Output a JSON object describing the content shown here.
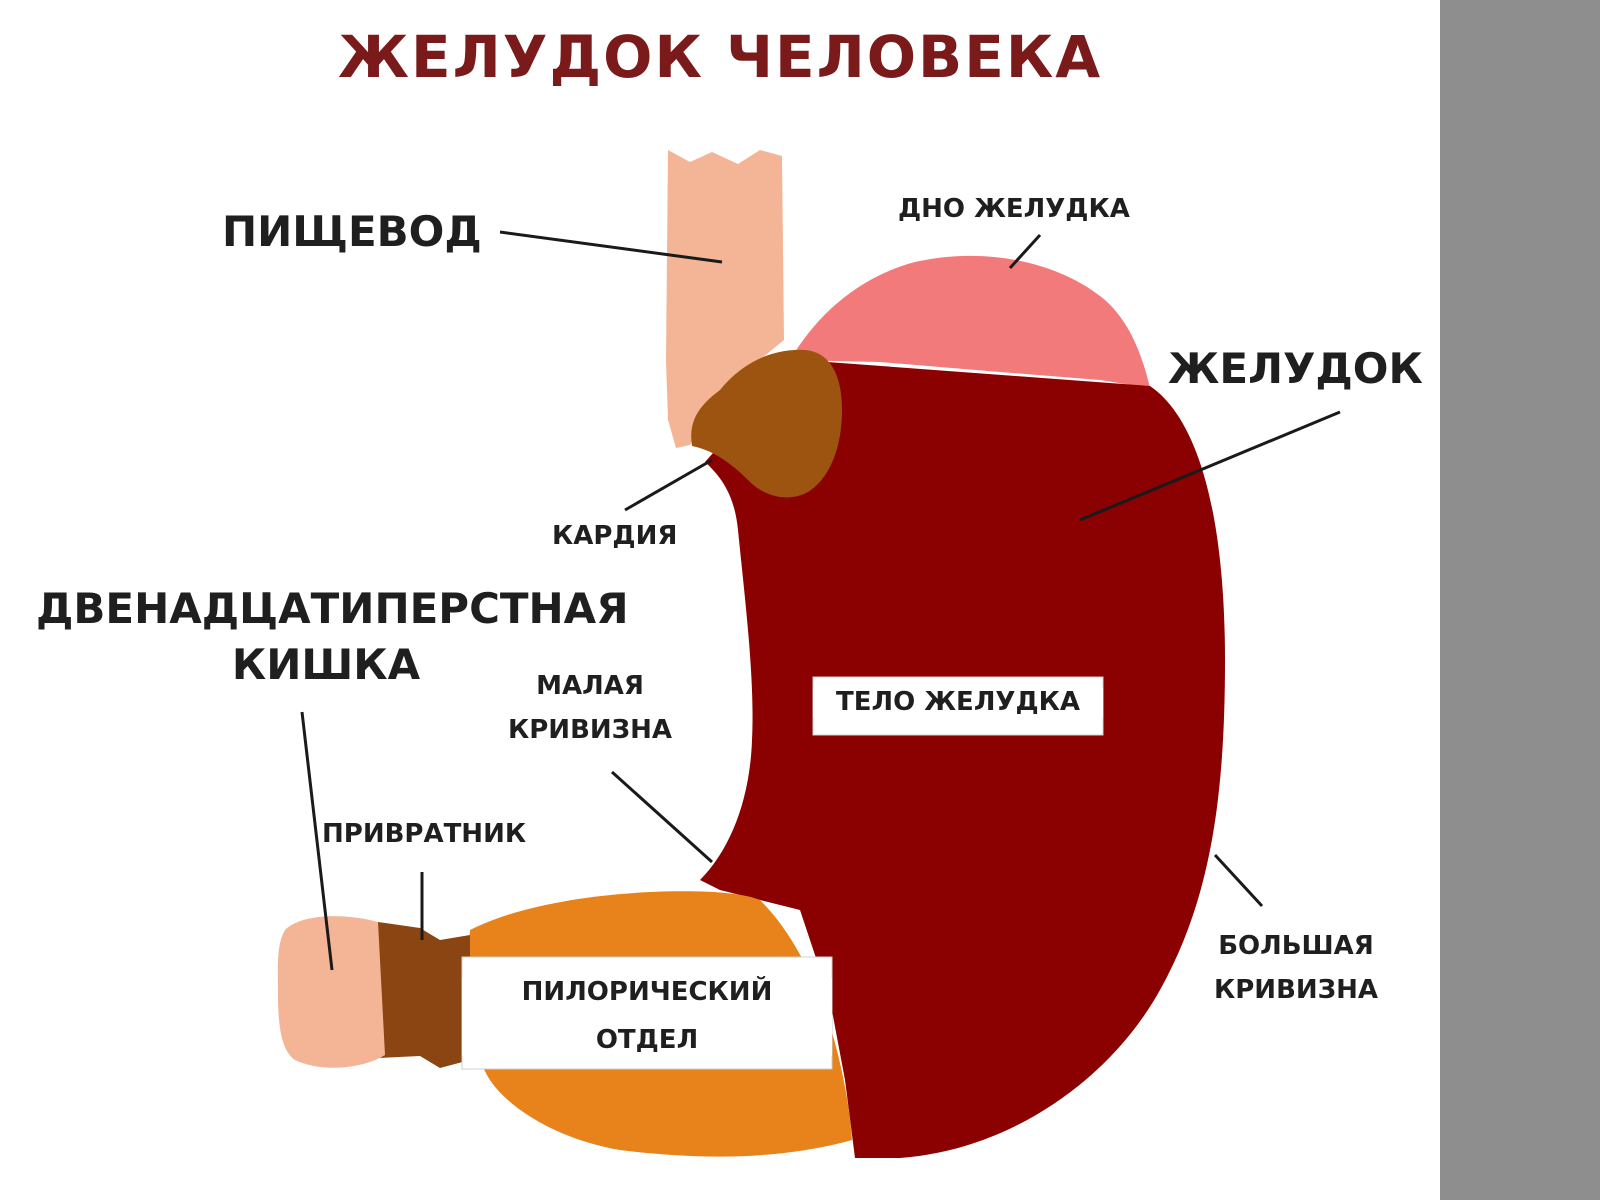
{
  "title": "ЖЕЛУДОК ЧЕЛОВЕКА",
  "colors": {
    "title": "#7a1a1a",
    "esophagus": "#f4b596",
    "cardia": "#9c5410",
    "fundus": "#f27a7a",
    "stomach_body": "#8b0000",
    "pyloric_region": "#e8821a",
    "pylorus": "#8b4513",
    "duodenum": "#f4b596",
    "side_panel": "#8e8e8e"
  },
  "labels": {
    "esophagus": "ПИЩЕВОД",
    "fundus": "ДНО ЖЕЛУДКА",
    "stomach": "ЖЕЛУДОК",
    "cardia": "КАРДИЯ",
    "duodenum_line1": "ДВЕНАДЦАТИПЕРСТНАЯ",
    "duodenum_line2": "КИШКА",
    "lesser_curvature_line1": "МАЛАЯ",
    "lesser_curvature_line2": "КРИВИЗНА",
    "body": "ТЕЛО ЖЕЛУДКА",
    "pylorus": "ПРИВРАТНИК",
    "pyloric_region_line1": "ПИЛОРИЧЕСКИЙ",
    "pyloric_region_line2": "ОТДЕЛ",
    "greater_curvature_line1": "БОЛЬШАЯ",
    "greater_curvature_line2": "КРИВИЗНА"
  }
}
